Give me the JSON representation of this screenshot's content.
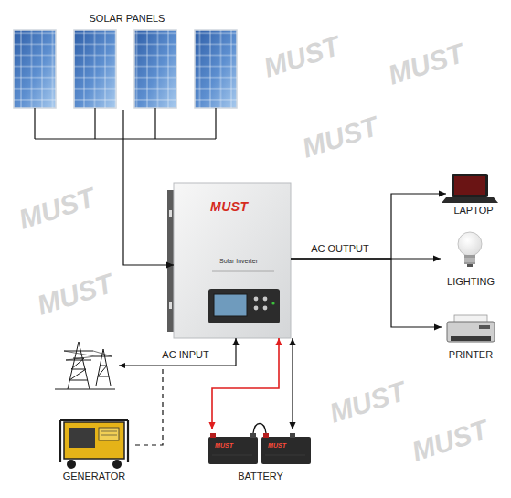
{
  "diagram": {
    "nodes": [
      {
        "text": [
          "SOLAR PANELS"
        ]
      },
      {
        "text": [
          "MUST",
          "Solar Inverter"
        ]
      },
      {
        "text": [
          "LAPTOP"
        ]
      },
      {
        "text": [
          "LIGHTING"
        ]
      },
      {
        "text": [
          "PRINTER"
        ]
      },
      {
        "text": [
          "GENERATOR"
        ]
      },
      {
        "text": [
          "BATTERY"
        ]
      }
    ],
    "edges": [
      {
        "from": 0,
        "to": 1,
        "arrow": "to"
      },
      {
        "from": 1,
        "to": 2,
        "arrow": "to"
      },
      {
        "from": 1,
        "to": 3,
        "arrow": "to",
        "label": "AC OUTPUT"
      },
      {
        "from": 1,
        "to": 4,
        "arrow": "to"
      },
      {
        "from": 5,
        "to": 1,
        "arrow": "to",
        "label": "AC INPUT"
      },
      {
        "from": 1,
        "to": 6,
        "arrow": "both"
      },
      {
        "from": 1,
        "to": 6,
        "arrow": "both"
      }
    ],
    "labels": [
      "MUST",
      "MUST",
      "MUST",
      "MUST",
      "MUST",
      "MUST",
      "MUST",
      "MUST",
      "MUST"
    ]
  }
}
